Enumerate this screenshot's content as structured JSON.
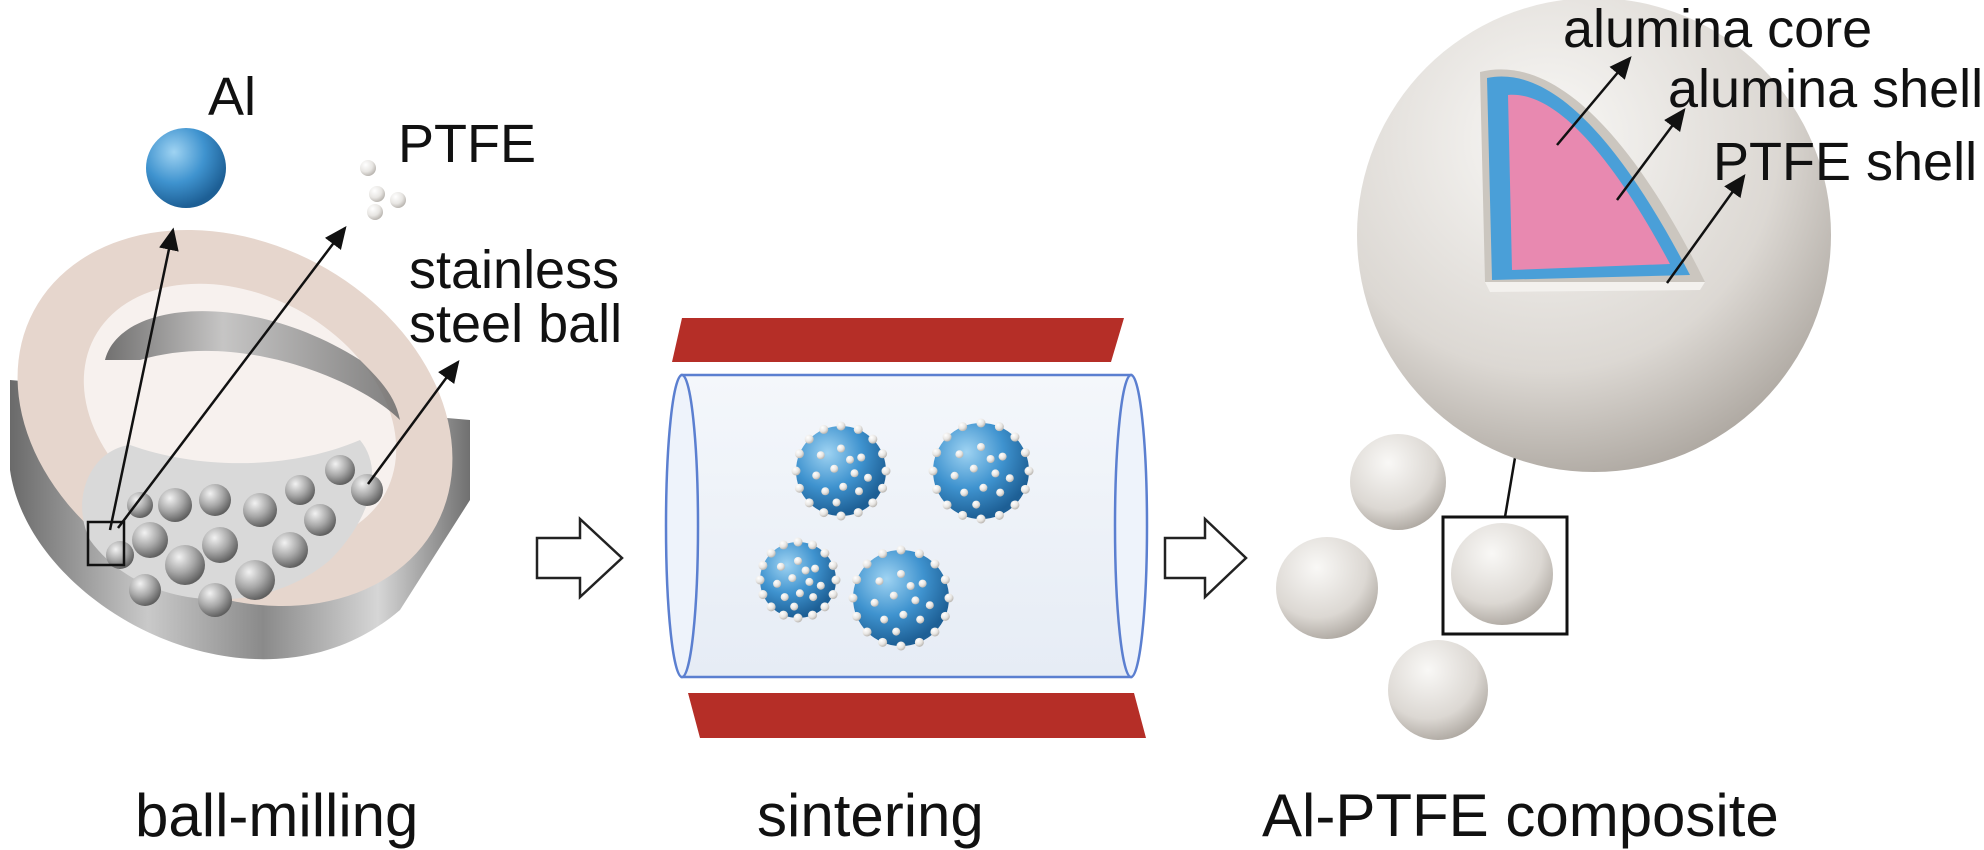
{
  "labels": {
    "al": "Al",
    "ptfe": "PTFE",
    "steel_ball_line1": "stainless",
    "steel_ball_line2": "steel ball",
    "alumina_core": "alumina core",
    "alumina_shell": "alumina shell",
    "ptfe_shell": "PTFE shell"
  },
  "captions": {
    "ball_milling": "ball-milling",
    "sintering": "sintering",
    "composite": "Al-PTFE composite"
  },
  "colors": {
    "al_particle": "#3f93cf",
    "alumina_core": "#e889b0",
    "alumina_shell": "#4a9fd8",
    "furnace_plate": "#b52e27",
    "vessel_outline": "#5b7fd0",
    "composite_particle": "#ececec"
  }
}
